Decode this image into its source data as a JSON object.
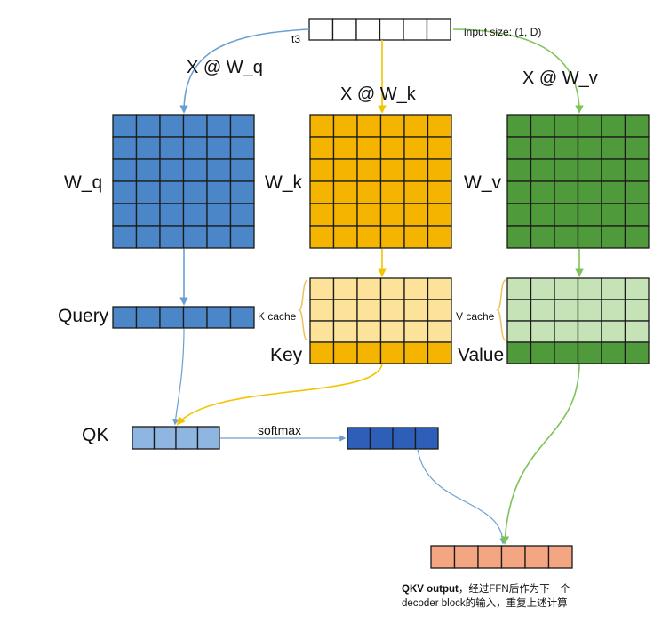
{
  "labels": {
    "input_token": "t3",
    "input_size": "input size: (1, D)",
    "op_q": "X @ W_q",
    "op_k": "X @ W_k",
    "op_v": "X @ W_v",
    "mat_q": "W_q",
    "mat_k": "W_k",
    "mat_v": "W_v",
    "query": "Query",
    "key": "Key",
    "value": "Value",
    "k_cache": "K cache",
    "v_cache": "V cache",
    "qk": "QK",
    "softmax": "softmax",
    "output_bold": "QKV output",
    "output_line1_rest": "，经过FFN后作为下一个",
    "output_line2": "decoder block的输入，重复上述计算"
  },
  "colors": {
    "blue": "#4a86c8",
    "blue_dark": "#2e5fb8",
    "blue_light": "#8fb6e0",
    "orange": "#f5b400",
    "orange_light": "#fde29a",
    "green": "#4f9a3a",
    "green_light": "#c5e3b6",
    "salmon": "#f4a582",
    "arrow_blue": "#6a9fd4",
    "arrow_yellow": "#f2c500",
    "arrow_green": "#7cc35a",
    "bracket": "#f0c060"
  }
}
